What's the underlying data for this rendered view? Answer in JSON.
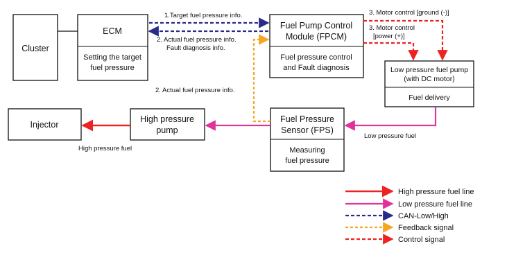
{
  "boxes": {
    "cluster": {
      "label": "Cluster"
    },
    "ecm": {
      "title": "ECM",
      "desc": [
        "Setting the target",
        "fuel pressure"
      ]
    },
    "fpcm": {
      "title": [
        "Fuel Pump Control",
        "Module (FPCM)"
      ],
      "desc": [
        "Fuel pressure control",
        "and Fault diagnosis"
      ]
    },
    "lp_pump": {
      "title": [
        "Low pressure fuel pump",
        "(with DC motor)"
      ],
      "desc": "Fuel delivery"
    },
    "fps": {
      "title": [
        "Fuel Pressure",
        "Sensor (FPS)"
      ],
      "desc": [
        "Measuring",
        "fuel pressure"
      ]
    },
    "hp_pump": {
      "title": [
        "High pressure",
        "pump"
      ]
    },
    "injector": {
      "label": "Injector"
    }
  },
  "labels": {
    "target_info": "1.Target fuel pressure info.",
    "actual_info_1": "2. Actual  fuel pressure info.",
    "fault_info": "Fault diagnosis info.",
    "actual_info_2": "2. Actual  fuel pressure info.",
    "motor_ground": "3. Motor control [ground (-)]",
    "motor_power_1": "3. Motor control",
    "motor_power_2": "[power (+)]",
    "low_fuel": "Low pressure fuel",
    "high_fuel": "High pressure fuel"
  },
  "legend": [
    {
      "label": "High pressure fuel line",
      "style": "high"
    },
    {
      "label": "Low pressure fuel line",
      "style": "low"
    },
    {
      "label": "CAN-Low/High",
      "style": "can"
    },
    {
      "label": "Feedback signal",
      "style": "feedback"
    },
    {
      "label": "Control signal",
      "style": "control"
    }
  ],
  "colors": {
    "high": "#ee2222",
    "low": "#e0329a",
    "can": "#2a2a8c",
    "feedback": "#f5a623",
    "control": "#ee2222",
    "box": "#111111"
  }
}
